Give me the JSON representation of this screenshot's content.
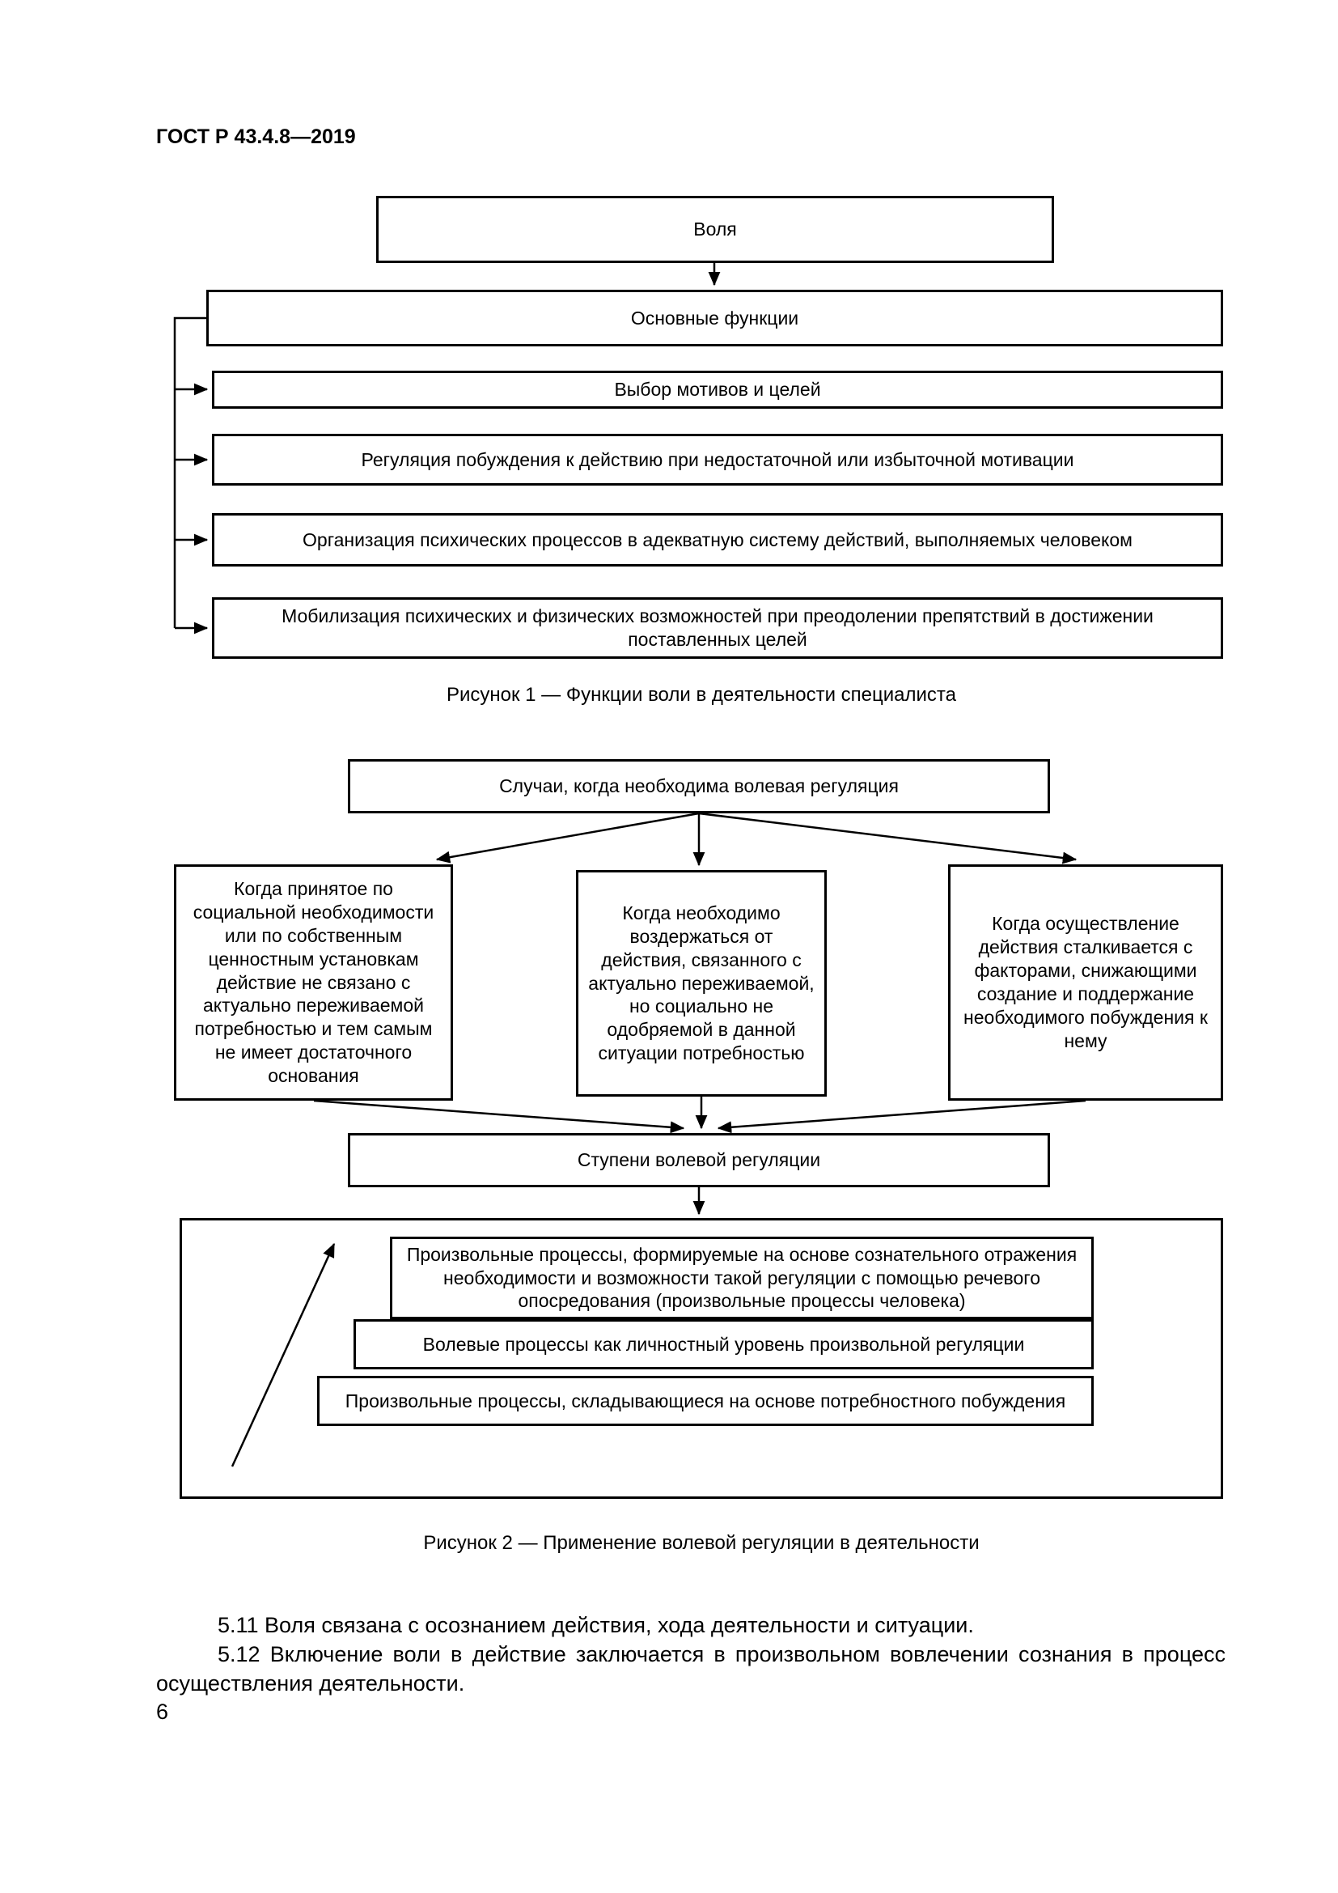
{
  "page": {
    "header": "ГОСТ Р 43.4.8—2019",
    "page_number": "6"
  },
  "figure1": {
    "root": "Воля",
    "functions_header": "Основные функции",
    "items": [
      "Выбор мотивов и целей",
      "Регуляция побуждения к действию при недостаточной или избыточной мотивации",
      "Организация психических процессов в адекватную систему действий, выполняемых человеком",
      "Мобилизация психических и физических возможностей при преодолении препятствий в достижении поставленных целей"
    ],
    "caption": "Рисунок 1 — Функции воли в деятельности специалиста"
  },
  "figure2": {
    "cases_header": "Случаи, когда необходима волевая регуляция",
    "cases": [
      "Когда принятое по социальной необходимости или по собственным ценностным установкам действие не связано с актуально переживаемой потребностью и тем самым не имеет достаточного основания",
      "Когда необходимо воздержаться от действия, связанного с актуально переживаемой, но социально не одобряемой в данной ситуации потребностью",
      "Когда осуществление действия сталкивается с факторами, снижающими создание и поддержание необходимого побуждения к нему"
    ],
    "stages_header": "Ступени волевой регуляции",
    "stages": [
      "Произвольные процессы, формируемые на основе сознательного отражения необходимости и возможности такой регуляции с помощью речевого опосредования (произвольные процессы человека)",
      "Волевые процессы как личностный уровень произвольной регуляции",
      "Произвольные процессы, складывающиеся на основе потребностного побуждения"
    ],
    "caption": "Рисунок 2 — Применение волевой регуляции в деятельности"
  },
  "body": {
    "para_5_11": "5.11 Воля связана с осознанием действия, хода деятельности и ситуации.",
    "para_5_12": "5.12 Включение воли в действие заключается в произвольном вовлечении сознания в процесс осуществления деятельности."
  }
}
